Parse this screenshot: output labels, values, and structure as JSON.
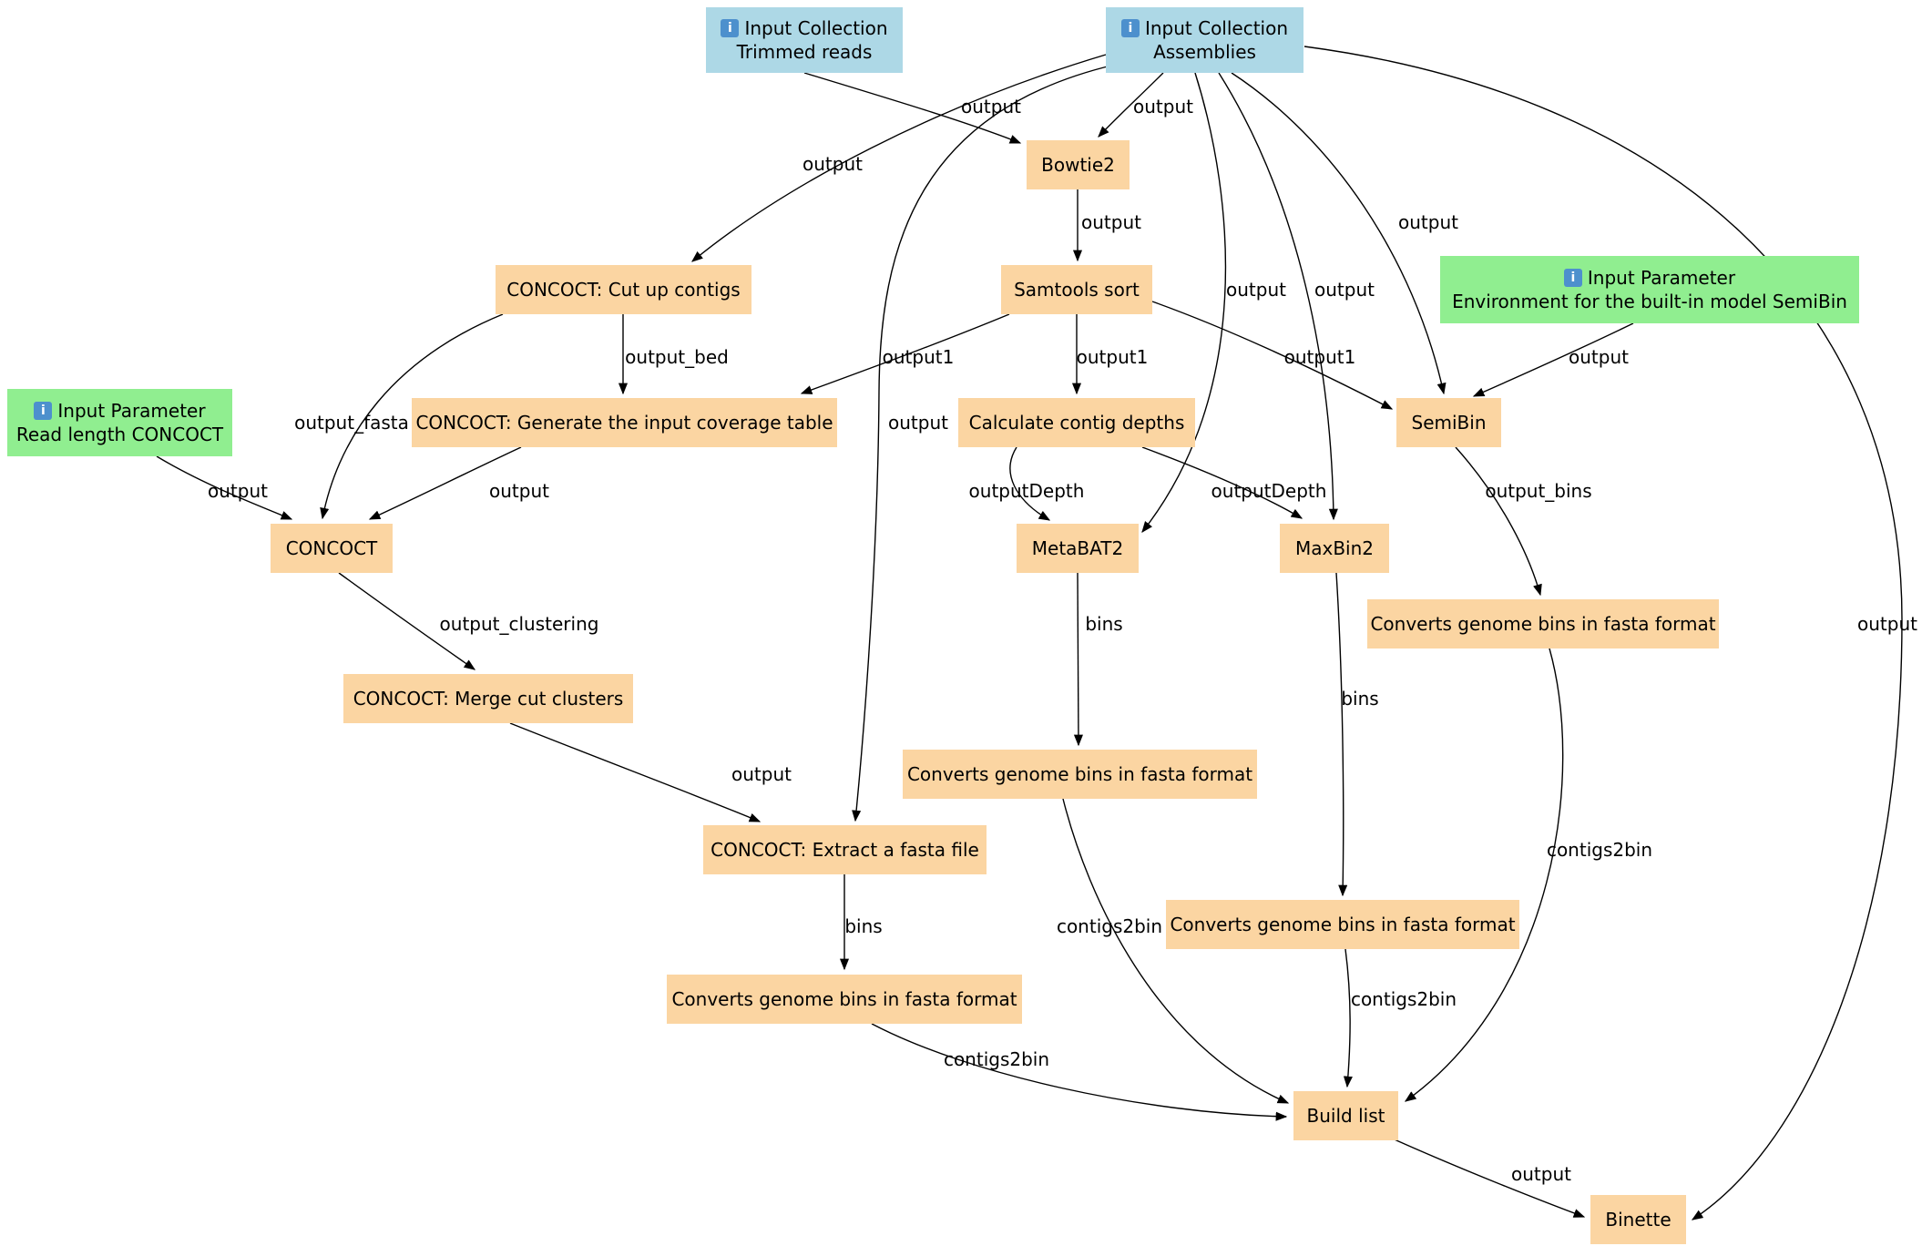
{
  "diagram": {
    "nodes": {
      "trimmed_reads": {
        "type": "input-collection",
        "title": "Input Collection",
        "subtitle": "Trimmed reads"
      },
      "assemblies": {
        "type": "input-collection",
        "title": "Input Collection",
        "subtitle": "Assemblies"
      },
      "bowtie2": {
        "label": "Bowtie2"
      },
      "cutup_contigs": {
        "label": "CONCOCT: Cut up contigs"
      },
      "samtools_sort": {
        "label": "Samtools sort"
      },
      "env_semibin": {
        "type": "input-parameter",
        "title": "Input Parameter",
        "subtitle": "Environment for the built-in model SemiBin"
      },
      "read_length": {
        "type": "input-parameter",
        "title": "Input Parameter",
        "subtitle": "Read length CONCOCT"
      },
      "gen_coverage": {
        "label": "CONCOCT: Generate the input coverage table"
      },
      "calc_depths": {
        "label": "Calculate contig depths"
      },
      "semibin": {
        "label": "SemiBin"
      },
      "concoct": {
        "label": "CONCOCT"
      },
      "metabat2": {
        "label": "MetaBAT2"
      },
      "maxbin2": {
        "label": "MaxBin2"
      },
      "conv_semibin": {
        "label": "Converts genome bins in fasta format"
      },
      "merge_clusters": {
        "label": "CONCOCT: Merge cut clusters"
      },
      "conv_metabat2": {
        "label": "Converts genome bins in fasta format"
      },
      "extract_fasta": {
        "label": "CONCOCT: Extract a fasta file"
      },
      "conv_maxbin2": {
        "label": "Converts genome bins in fasta format"
      },
      "conv_concoct": {
        "label": "Converts genome bins in fasta format"
      },
      "build_list": {
        "label": "Build list"
      },
      "binette": {
        "label": "Binette"
      }
    },
    "edges": [
      {
        "from": "trimmed_reads",
        "to": "bowtie2",
        "label": "output"
      },
      {
        "from": "assemblies",
        "to": "bowtie2",
        "label": "output"
      },
      {
        "from": "assemblies",
        "to": "cutup_contigs",
        "label": "output"
      },
      {
        "from": "bowtie2",
        "to": "samtools_sort",
        "label": "output"
      },
      {
        "from": "assemblies",
        "to": "semibin",
        "label": "output"
      },
      {
        "from": "assemblies",
        "to": "metabat2",
        "label": "output"
      },
      {
        "from": "assemblies",
        "to": "maxbin2",
        "label": "output"
      },
      {
        "from": "cutup_contigs",
        "to": "gen_coverage",
        "label": "output_bed"
      },
      {
        "from": "samtools_sort",
        "to": "gen_coverage",
        "label": "output1"
      },
      {
        "from": "samtools_sort",
        "to": "calc_depths",
        "label": "output1"
      },
      {
        "from": "samtools_sort",
        "to": "semibin",
        "label": "output1"
      },
      {
        "from": "env_semibin",
        "to": "semibin",
        "label": "output"
      },
      {
        "from": "cutup_contigs",
        "to": "concoct",
        "label": "output_fasta"
      },
      {
        "from": "read_length",
        "to": "concoct",
        "label": "output"
      },
      {
        "from": "gen_coverage",
        "to": "concoct",
        "label": "output"
      },
      {
        "from": "calc_depths",
        "to": "metabat2",
        "label": "outputDepth"
      },
      {
        "from": "calc_depths",
        "to": "maxbin2",
        "label": "outputDepth"
      },
      {
        "from": "semibin",
        "to": "conv_semibin",
        "label": "output_bins"
      },
      {
        "from": "concoct",
        "to": "merge_clusters",
        "label": "output_clustering"
      },
      {
        "from": "metabat2",
        "to": "conv_metabat2",
        "label": "bins"
      },
      {
        "from": "maxbin2",
        "to": "conv_maxbin2",
        "label": "bins"
      },
      {
        "from": "merge_clusters",
        "to": "extract_fasta",
        "label": "output"
      },
      {
        "from": "assemblies",
        "to": "extract_fasta",
        "label": "output"
      },
      {
        "from": "conv_semibin",
        "to": "build_list",
        "label": "contigs2bin"
      },
      {
        "from": "extract_fasta",
        "to": "conv_concoct",
        "label": "bins"
      },
      {
        "from": "conv_metabat2",
        "to": "build_list",
        "label": "contigs2bin"
      },
      {
        "from": "conv_maxbin2",
        "to": "build_list",
        "label": "contigs2bin"
      },
      {
        "from": "conv_concoct",
        "to": "build_list",
        "label": "contigs2bin"
      },
      {
        "from": "build_list",
        "to": "binette",
        "label": "output"
      },
      {
        "from": "assemblies",
        "to": "binette",
        "label": "output"
      }
    ]
  }
}
